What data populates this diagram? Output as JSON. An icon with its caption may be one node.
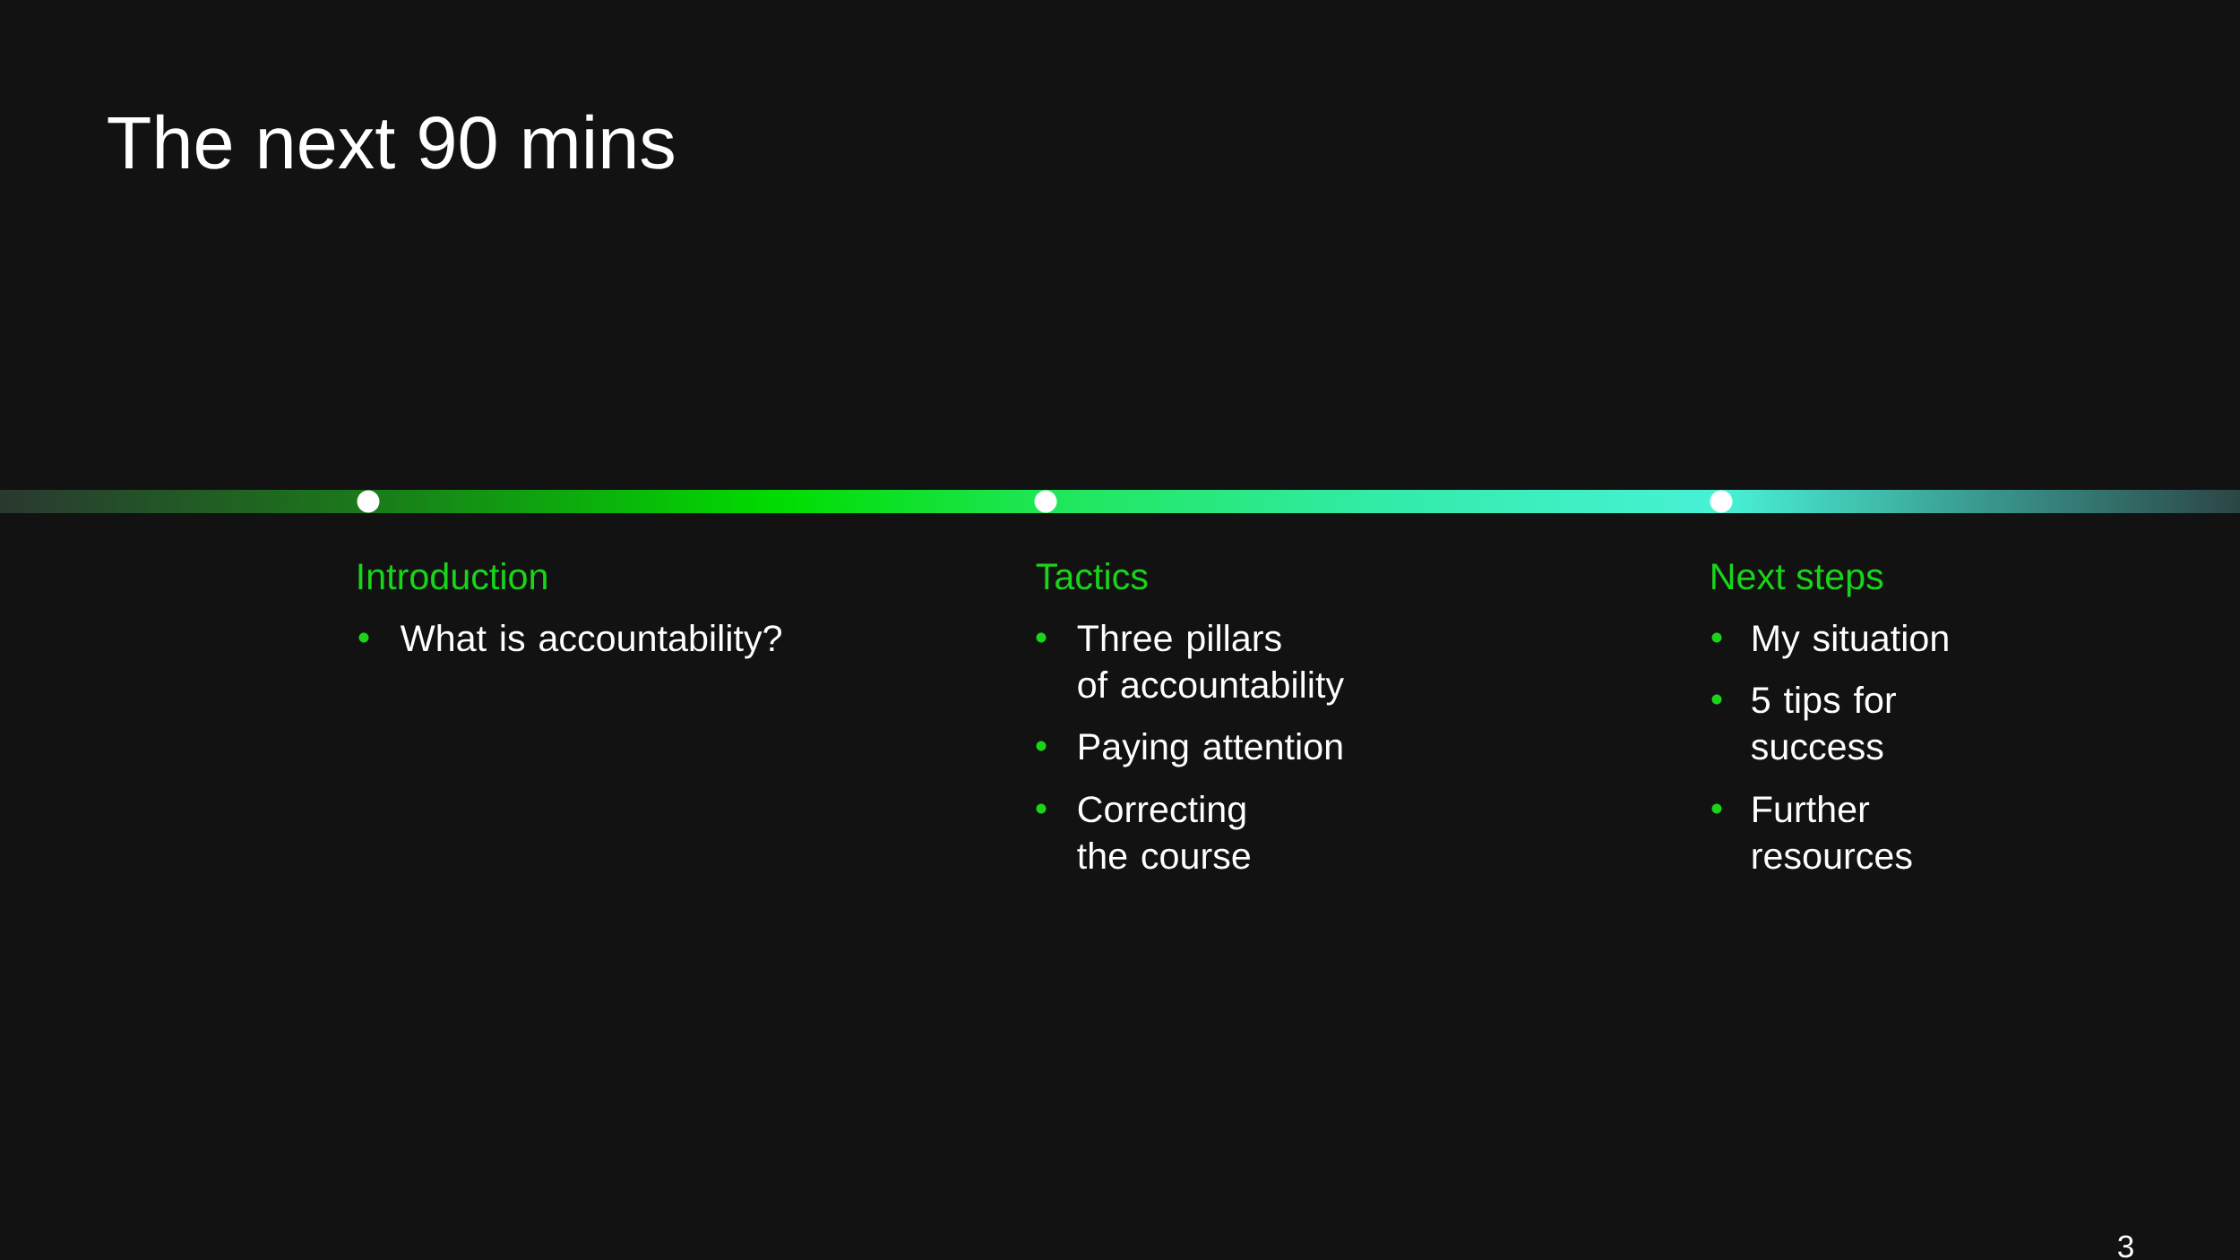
{
  "diagram": {
    "title": "The next 90 mins",
    "labels": [
      "Introduction",
      "What is accountability?",
      "Tactics",
      "Three pillars of accountability",
      "Paying attention",
      "Correcting the course",
      "Next steps",
      "My situation",
      "5 tips for success",
      "Further resources",
      "3"
    ]
  }
}
